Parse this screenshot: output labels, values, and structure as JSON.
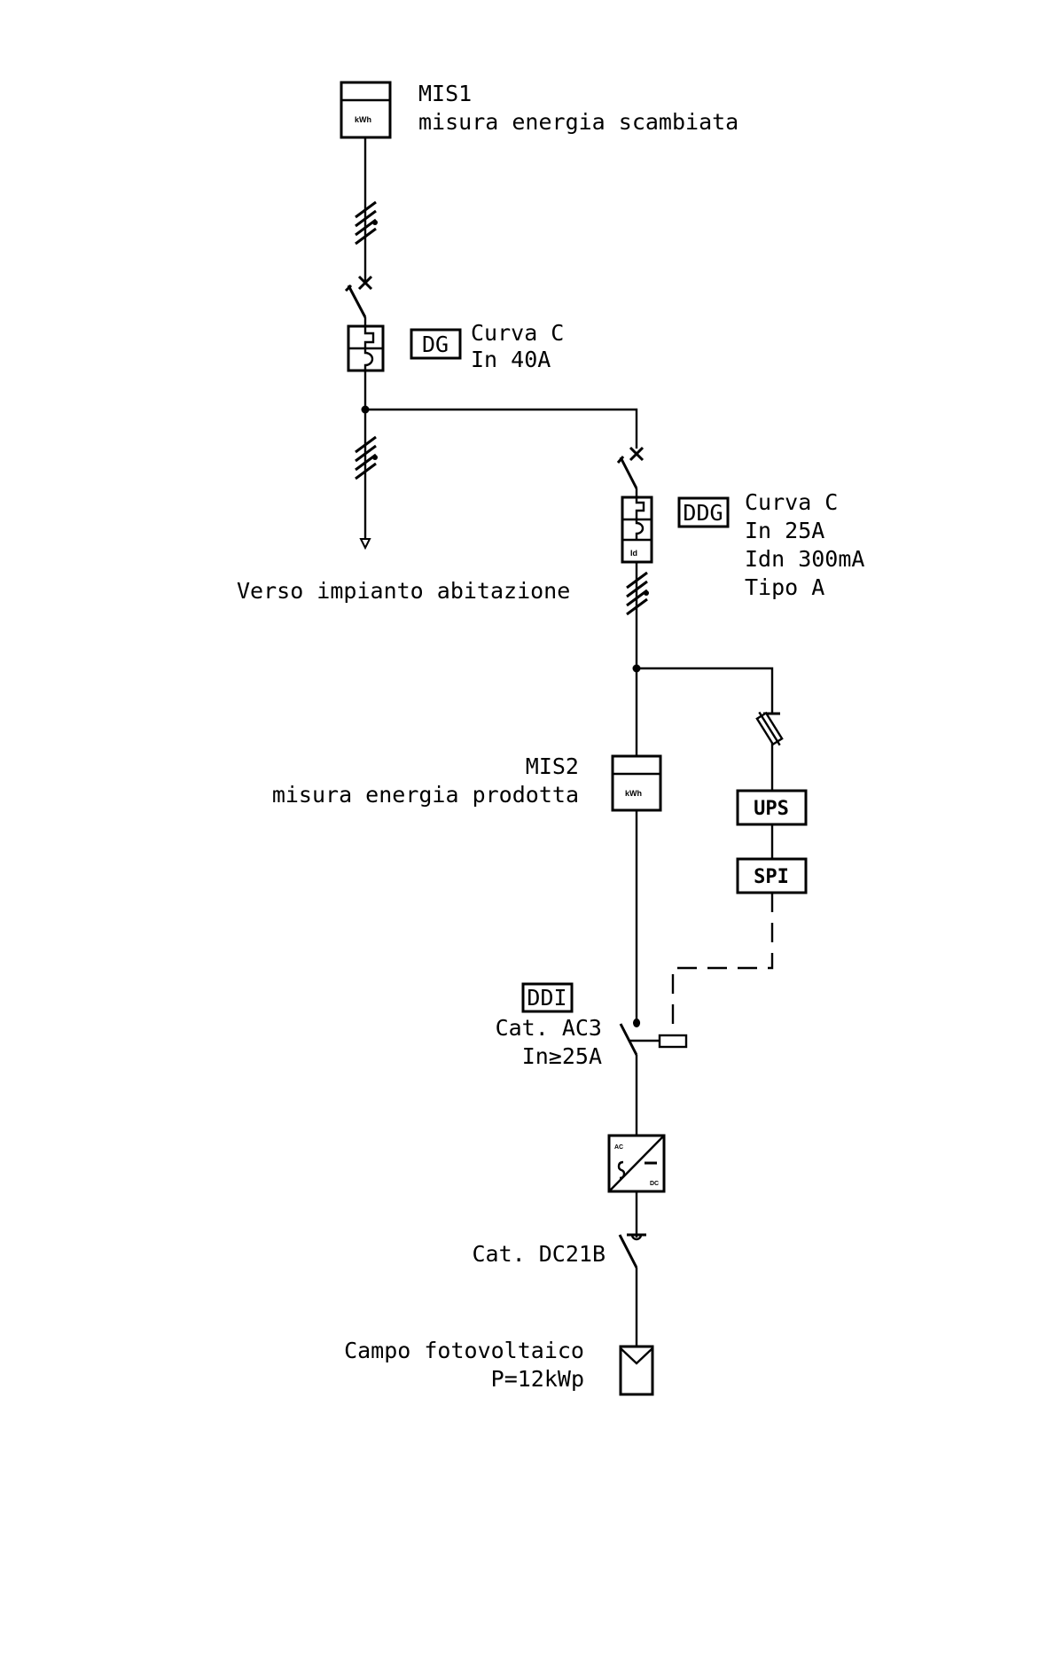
{
  "diagram": {
    "type": "single-line electrical schematic (photovoltaic grid connection)",
    "components": {
      "mis1": {
        "tag": "MIS1",
        "description": "misura energia scambiata",
        "unit": "kWh"
      },
      "dg": {
        "tag": "DG",
        "specs": [
          "Curva C",
          "In 40A"
        ]
      },
      "house_feed": {
        "label": "Verso impianto abitazione"
      },
      "ddg": {
        "tag": "DDG",
        "specs": [
          "Curva C",
          "In 25A",
          "Idn 300mA",
          "Tipo A"
        ],
        "residual_label": "Id"
      },
      "mis2": {
        "tag": "MIS2",
        "description": "misura energia prodotta",
        "unit": "kWh"
      },
      "ups": {
        "tag": "UPS"
      },
      "spi": {
        "tag": "SPI"
      },
      "ddi": {
        "tag": "DDI",
        "specs": [
          "Cat. AC3",
          "In≥25A"
        ]
      },
      "inverter": {
        "ac_label": "AC",
        "dc_label": "DC"
      },
      "dc_switch": {
        "spec": "Cat. DC21B"
      },
      "pv_field": {
        "label": "Campo fotovoltaico",
        "power": "P=12kWp"
      }
    }
  }
}
